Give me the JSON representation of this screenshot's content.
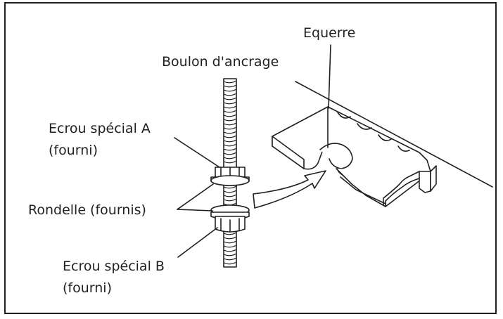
{
  "labels": {
    "equerre": "Equerre",
    "boulon": "Boulon d'ancrage",
    "ecrou_a_line1": "Ecrou spécial A",
    "ecrou_a_line2": "(fourni)",
    "rondelle": "Rondelle (fournis)",
    "ecrou_b_line1": "Ecrou spécial B",
    "ecrou_b_line2": "(fourni)"
  },
  "colors": {
    "line": "#231f20",
    "background": "#ffffff"
  }
}
